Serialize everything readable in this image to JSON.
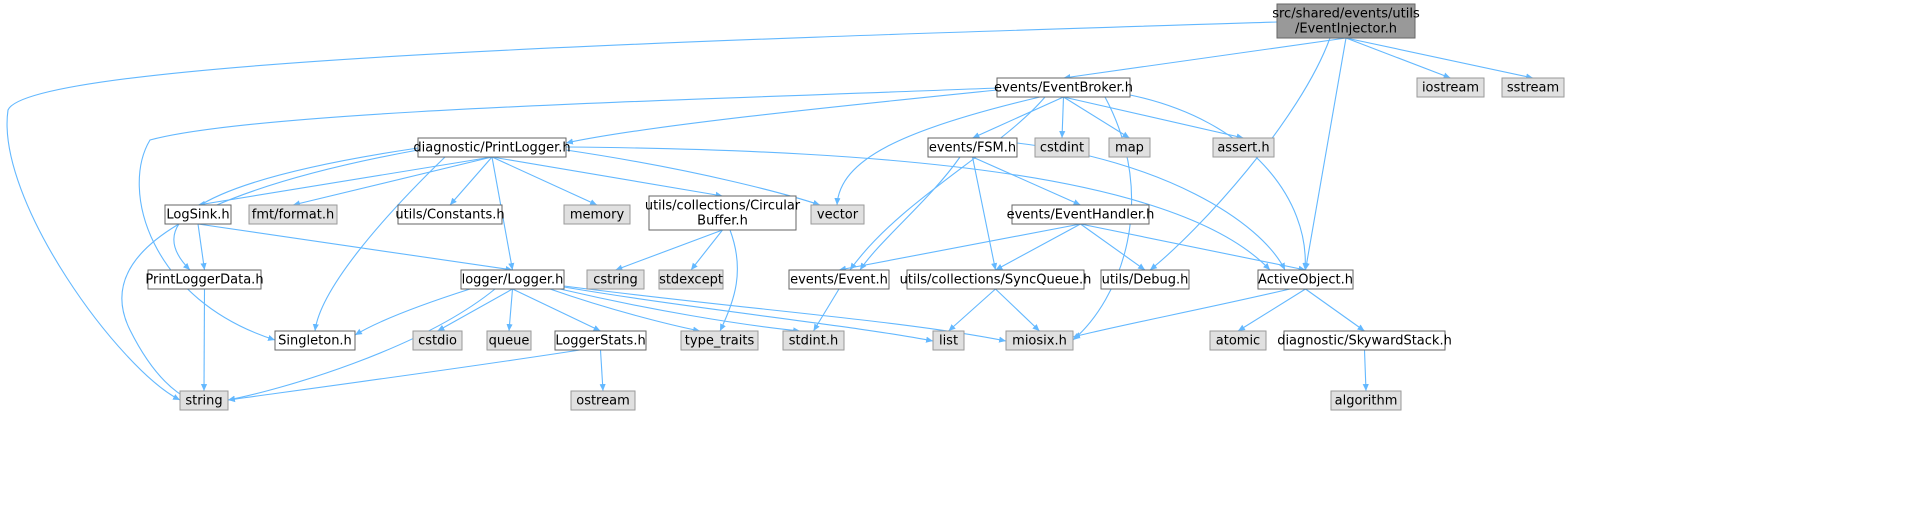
{
  "diagram": {
    "colors": {
      "edge": "#63b8ff",
      "root_fill": "#999999",
      "root_stroke": "#666666",
      "local_fill": "#ffffff",
      "local_stroke": "#666666",
      "system_fill": "#e0e0e0",
      "system_stroke": "#999999"
    },
    "nodes": [
      {
        "id": "root",
        "lines": [
          "src/shared/events/utils",
          "/EventInjector.h"
        ],
        "kind": "root"
      },
      {
        "id": "eventbroker",
        "lines": [
          "events/EventBroker.h"
        ],
        "kind": "local"
      },
      {
        "id": "iostream",
        "lines": [
          "iostream"
        ],
        "kind": "system"
      },
      {
        "id": "sstream",
        "lines": [
          "sstream"
        ],
        "kind": "system"
      },
      {
        "id": "printlogger",
        "lines": [
          "diagnostic/PrintLogger.h"
        ],
        "kind": "local"
      },
      {
        "id": "fsm",
        "lines": [
          "events/FSM.h"
        ],
        "kind": "local"
      },
      {
        "id": "cstdint",
        "lines": [
          "cstdint"
        ],
        "kind": "system"
      },
      {
        "id": "map",
        "lines": [
          "map"
        ],
        "kind": "system"
      },
      {
        "id": "assert",
        "lines": [
          "assert.h"
        ],
        "kind": "system"
      },
      {
        "id": "logsink",
        "lines": [
          "LogSink.h"
        ],
        "kind": "local"
      },
      {
        "id": "fmt",
        "lines": [
          "fmt/format.h"
        ],
        "kind": "system"
      },
      {
        "id": "constants",
        "lines": [
          "utils/Constants.h"
        ],
        "kind": "local"
      },
      {
        "id": "memory",
        "lines": [
          "memory"
        ],
        "kind": "system"
      },
      {
        "id": "circbuf",
        "lines": [
          "utils/collections/Circular",
          "Buffer.h"
        ],
        "kind": "local"
      },
      {
        "id": "vector",
        "lines": [
          "vector"
        ],
        "kind": "system"
      },
      {
        "id": "eventhandler",
        "lines": [
          "events/EventHandler.h"
        ],
        "kind": "local"
      },
      {
        "id": "printloggerdata",
        "lines": [
          "PrintLoggerData.h"
        ],
        "kind": "local"
      },
      {
        "id": "logger",
        "lines": [
          "logger/Logger.h"
        ],
        "kind": "local"
      },
      {
        "id": "cstring",
        "lines": [
          "cstring"
        ],
        "kind": "system"
      },
      {
        "id": "stdexcept",
        "lines": [
          "stdexcept"
        ],
        "kind": "system"
      },
      {
        "id": "event",
        "lines": [
          "events/Event.h"
        ],
        "kind": "local"
      },
      {
        "id": "syncqueue",
        "lines": [
          "utils/collections/SyncQueue.h"
        ],
        "kind": "local"
      },
      {
        "id": "debug",
        "lines": [
          "utils/Debug.h"
        ],
        "kind": "local"
      },
      {
        "id": "activeobject",
        "lines": [
          "ActiveObject.h"
        ],
        "kind": "local"
      },
      {
        "id": "singleton",
        "lines": [
          "Singleton.h"
        ],
        "kind": "local"
      },
      {
        "id": "cstdio",
        "lines": [
          "cstdio"
        ],
        "kind": "system"
      },
      {
        "id": "queue",
        "lines": [
          "queue"
        ],
        "kind": "system"
      },
      {
        "id": "loggerstats",
        "lines": [
          "LoggerStats.h"
        ],
        "kind": "local"
      },
      {
        "id": "typetraits",
        "lines": [
          "type_traits"
        ],
        "kind": "system"
      },
      {
        "id": "stdinth",
        "lines": [
          "stdint.h"
        ],
        "kind": "system"
      },
      {
        "id": "list",
        "lines": [
          "list"
        ],
        "kind": "system"
      },
      {
        "id": "miosix",
        "lines": [
          "miosix.h"
        ],
        "kind": "system"
      },
      {
        "id": "atomic",
        "lines": [
          "atomic"
        ],
        "kind": "system"
      },
      {
        "id": "skyward",
        "lines": [
          "diagnostic/SkywardStack.h"
        ],
        "kind": "local"
      },
      {
        "id": "string",
        "lines": [
          "string"
        ],
        "kind": "system"
      },
      {
        "id": "ostream",
        "lines": [
          "ostream"
        ],
        "kind": "system"
      },
      {
        "id": "algorithm",
        "lines": [
          "algorithm"
        ],
        "kind": "system"
      }
    ],
    "edges": [
      {
        "from": "root",
        "to": "eventbroker"
      },
      {
        "from": "root",
        "to": "iostream"
      },
      {
        "from": "root",
        "to": "sstream"
      },
      {
        "from": "root",
        "to": "debug"
      },
      {
        "from": "root",
        "to": "activeobject"
      },
      {
        "from": "root",
        "to": "string"
      },
      {
        "from": "eventbroker",
        "to": "printlogger"
      },
      {
        "from": "eventbroker",
        "to": "fsm"
      },
      {
        "from": "eventbroker",
        "to": "cstdint"
      },
      {
        "from": "eventbroker",
        "to": "map"
      },
      {
        "from": "eventbroker",
        "to": "assert"
      },
      {
        "from": "eventbroker",
        "to": "vector"
      },
      {
        "from": "eventbroker",
        "to": "event"
      },
      {
        "from": "eventbroker",
        "to": "activeobject"
      },
      {
        "from": "eventbroker",
        "to": "miosix"
      },
      {
        "from": "eventbroker",
        "to": "singleton"
      },
      {
        "from": "printlogger",
        "to": "logsink"
      },
      {
        "from": "printlogger",
        "to": "fmt"
      },
      {
        "from": "printlogger",
        "to": "constants"
      },
      {
        "from": "printlogger",
        "to": "memory"
      },
      {
        "from": "printlogger",
        "to": "circbuf"
      },
      {
        "from": "printlogger",
        "to": "vector"
      },
      {
        "from": "printlogger",
        "to": "printloggerdata"
      },
      {
        "from": "printlogger",
        "to": "logger"
      },
      {
        "from": "printlogger",
        "to": "singleton"
      },
      {
        "from": "printlogger",
        "to": "string"
      },
      {
        "from": "printlogger",
        "to": "activeobject"
      },
      {
        "from": "fsm",
        "to": "eventhandler"
      },
      {
        "from": "fsm",
        "to": "event"
      },
      {
        "from": "fsm",
        "to": "syncqueue"
      },
      {
        "from": "fsm",
        "to": "activeobject"
      },
      {
        "from": "logsink",
        "to": "printloggerdata"
      },
      {
        "from": "logsink",
        "to": "logger"
      },
      {
        "from": "circbuf",
        "to": "cstring"
      },
      {
        "from": "circbuf",
        "to": "stdexcept"
      },
      {
        "from": "circbuf",
        "to": "typetraits"
      },
      {
        "from": "eventhandler",
        "to": "event"
      },
      {
        "from": "eventhandler",
        "to": "syncqueue"
      },
      {
        "from": "eventhandler",
        "to": "debug"
      },
      {
        "from": "eventhandler",
        "to": "activeobject"
      },
      {
        "from": "printloggerdata",
        "to": "string"
      },
      {
        "from": "logger",
        "to": "singleton"
      },
      {
        "from": "logger",
        "to": "cstdio"
      },
      {
        "from": "logger",
        "to": "queue"
      },
      {
        "from": "logger",
        "to": "loggerstats"
      },
      {
        "from": "logger",
        "to": "typetraits"
      },
      {
        "from": "logger",
        "to": "stdinth"
      },
      {
        "from": "logger",
        "to": "list"
      },
      {
        "from": "logger",
        "to": "miosix"
      },
      {
        "from": "logger",
        "to": "string"
      },
      {
        "from": "event",
        "to": "stdinth"
      },
      {
        "from": "syncqueue",
        "to": "list"
      },
      {
        "from": "syncqueue",
        "to": "miosix"
      },
      {
        "from": "activeobject",
        "to": "miosix"
      },
      {
        "from": "activeobject",
        "to": "atomic"
      },
      {
        "from": "activeobject",
        "to": "skyward"
      },
      {
        "from": "skyward",
        "to": "algorithm"
      },
      {
        "from": "loggerstats",
        "to": "string"
      },
      {
        "from": "loggerstats",
        "to": "ostream"
      }
    ]
  }
}
